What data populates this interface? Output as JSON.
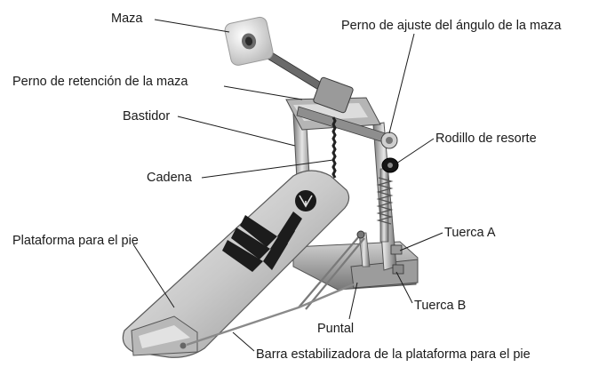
{
  "labels": {
    "maza": "Maza",
    "perno_ajuste": "Perno de ajuste del ángulo de la maza",
    "perno_retencion": "Perno de retención de la maza",
    "bastidor": "Bastidor",
    "rodillo": "Rodillo de resorte",
    "cadena": "Cadena",
    "plataforma": "Plataforma para el pie",
    "tuerca_a": "Tuerca A",
    "tuerca_b": "Tuerca B",
    "puntal": "Puntal",
    "barra": "Barra estabilizadora de la plataforma para el pie"
  },
  "colors": {
    "metal_light": "#d9d9d9",
    "metal_mid": "#a9a9a9",
    "metal_dark": "#5a5a5a",
    "beater_felt": "#ececec",
    "pedal_chevrons": "#1c1c1c",
    "leader_lines": "#1a1a1a"
  },
  "icons": {
    "pedal": "bass-drum-pedal-illustration",
    "logo": "yamaha-tuning-fork-logo"
  }
}
